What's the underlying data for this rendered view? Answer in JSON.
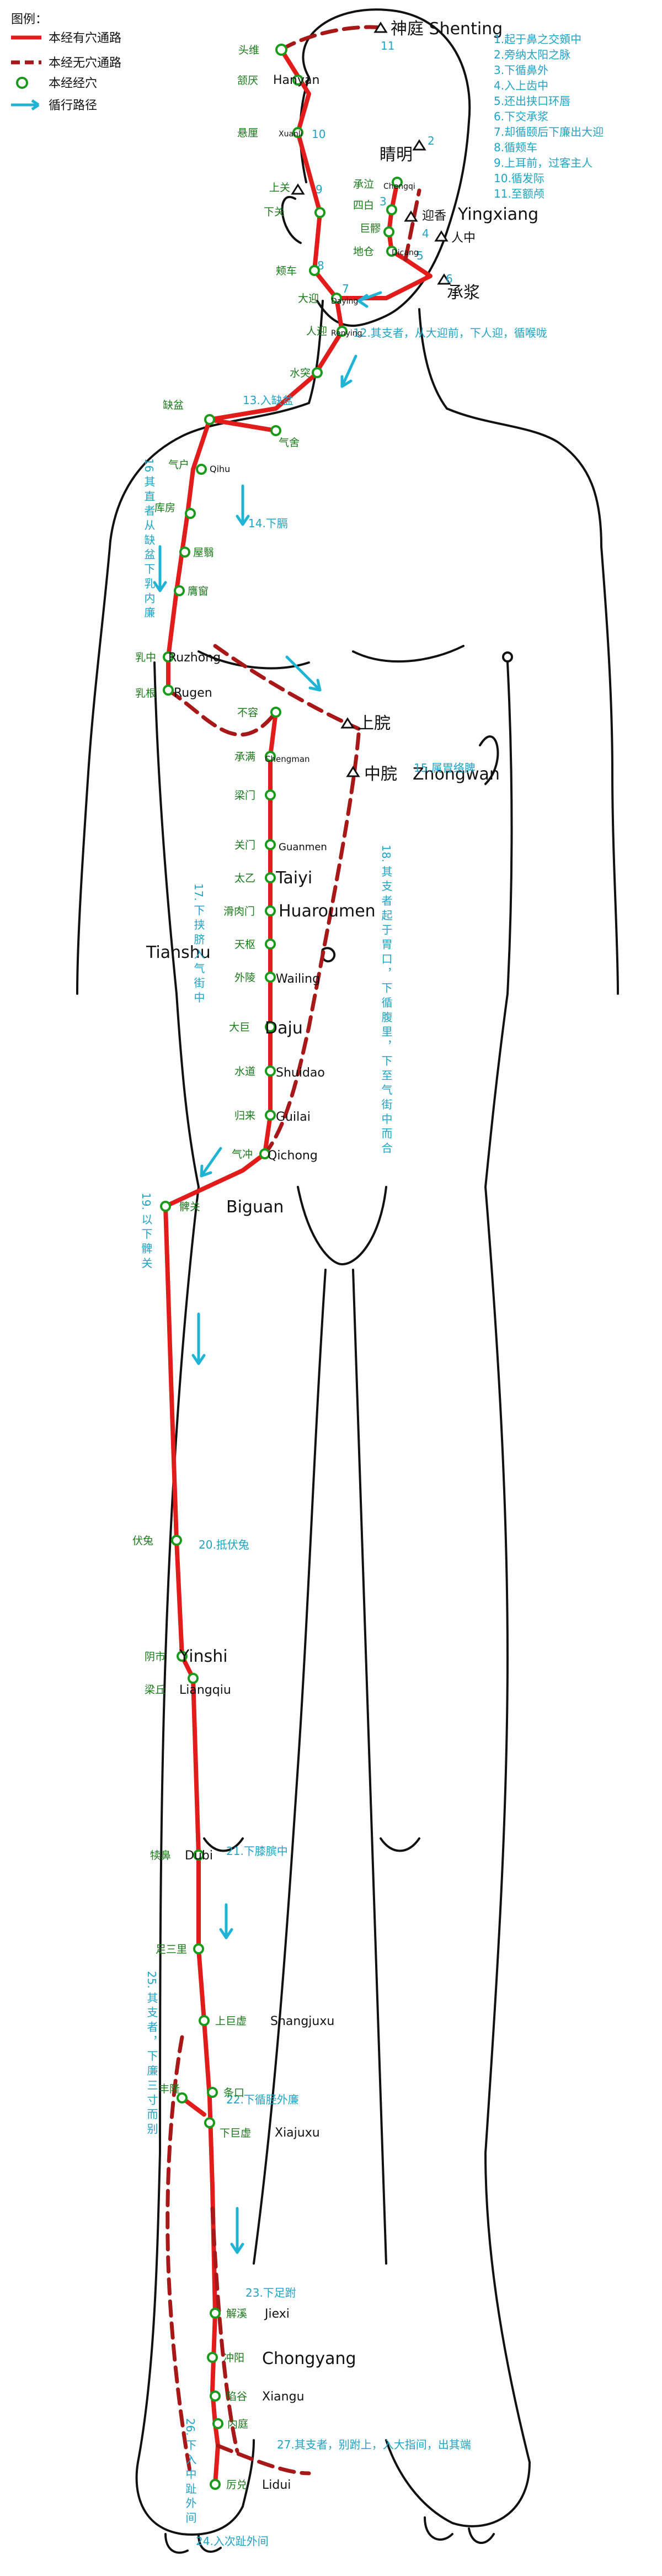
{
  "legend": {
    "title": "图例：",
    "items": [
      {
        "label": "本经有穴通路",
        "kind": "solid",
        "color": "#e21b1b"
      },
      {
        "label": "本经无穴通路",
        "kind": "dashed",
        "color": "#a81818"
      },
      {
        "label": "本经经穴",
        "kind": "circle",
        "color": "#1a9a1a"
      },
      {
        "label": "循行路径",
        "kind": "arrow",
        "color": "#1fb3d4"
      }
    ]
  },
  "pathway_notes": [
    "1.起于鼻之交頞中",
    "2.旁纳太阳之脉",
    "3.下循鼻外",
    "4.入上齿中",
    "5.还出挟口环唇",
    "6.下交承浆",
    "7.却循颐后下廉出大迎",
    "8.循颊车",
    "9.上耳前，过客主人",
    "10.循发际",
    "11.至额颅"
  ],
  "step_numbers": [
    "11",
    "2",
    "3",
    "4",
    "5",
    "6",
    "7",
    "8",
    "9",
    "10"
  ],
  "head_points": [
    {
      "cn": "头维",
      "py": "",
      "big": ""
    },
    {
      "cn": "颔厌",
      "py": "",
      "big": "Hanyan"
    },
    {
      "cn": "悬厘",
      "py": "Xuanli",
      "big": ""
    },
    {
      "cn": "承泣",
      "py": "Chengqi",
      "big": ""
    },
    {
      "cn": "四白",
      "py": "",
      "big": ""
    },
    {
      "cn": "巨髎",
      "py": "",
      "big": ""
    },
    {
      "cn": "下关",
      "py": "",
      "big": ""
    },
    {
      "cn": "地仓",
      "py": "Dicang",
      "big": ""
    },
    {
      "cn": "颊车",
      "py": "",
      "big": ""
    },
    {
      "cn": "大迎",
      "py": "Daying",
      "big": ""
    }
  ],
  "landmarks": {
    "shenting": "神庭 Shenting",
    "jingming": "睛明",
    "shangguan": "上关",
    "yingxiang": "迎香",
    "yingxiang_py": "Yingxiang",
    "renzhong": "人中",
    "chengjiang": "承浆",
    "shangwan": "上脘",
    "zhongwan": "中脘",
    "zhongwan_py": "Zhongwan",
    "tianshu": "Tianshu"
  },
  "notes": {
    "n12": "12.其支者，从大迎前，下人迎，循喉咙",
    "n13": "13.入缺盆",
    "n14": "14.下膈",
    "n15": "15.属胃络脾",
    "n16": "16 其 直 者 从 缺 盆 下 乳 内 廉",
    "n17": "17. 下 挟 脐 入 气 街 中",
    "n18": "18. 其 支 者 起 于 胃 口 ， 下 循 腹 里 ， 下 至 气 街 中 而 合",
    "n19": "19. 以 下 髀 关",
    "n20": "20.抵伏兔",
    "n21": "21.下膝膑中",
    "n22": "22.下循胫外廉",
    "n23": "23.下足跗",
    "n24": "24.入次趾外间",
    "n25": "25. 其 支 者 ， 下 廉 三 寸 而 别",
    "n26": "26. 下 入 中 趾 外 间",
    "n27": "27.其支者，别跗上，入大指间，出其端"
  },
  "body_points": [
    {
      "cn": "人迎",
      "py": "Renying"
    },
    {
      "cn": "水突",
      "py": ""
    },
    {
      "cn": "缺盆",
      "py": ""
    },
    {
      "cn": "气舍",
      "py": ""
    },
    {
      "cn": "气户",
      "py": "Qihu"
    },
    {
      "cn": "库房",
      "py": ""
    },
    {
      "cn": "屋翳",
      "py": ""
    },
    {
      "cn": "膺窗",
      "py": ""
    },
    {
      "cn": "乳中",
      "py": "Ruzhong"
    },
    {
      "cn": "乳根",
      "py": "Rugen"
    },
    {
      "cn": "不容",
      "py": ""
    },
    {
      "cn": "承满",
      "py": "Chengman"
    },
    {
      "cn": "梁门",
      "py": ""
    },
    {
      "cn": "关门",
      "py": "Guanmen"
    },
    {
      "cn": "太乙",
      "py": "Taiyi"
    },
    {
      "cn": "滑肉门",
      "py": "Huaroumen"
    },
    {
      "cn": "天枢",
      "py": ""
    },
    {
      "cn": "外陵",
      "py": "Wailing"
    },
    {
      "cn": "大巨",
      "py": "Daju"
    },
    {
      "cn": "水道",
      "py": "Shuidao"
    },
    {
      "cn": "归来",
      "py": "Guilai"
    },
    {
      "cn": "气冲",
      "py": "Qichong"
    },
    {
      "cn": "髀关",
      "py": "Biguan"
    },
    {
      "cn": "伏兔",
      "py": ""
    },
    {
      "cn": "阴市",
      "py": "Yinshi"
    },
    {
      "cn": "梁丘",
      "py": "Liangqiu"
    },
    {
      "cn": "犊鼻",
      "py": "Dubi"
    },
    {
      "cn": "足三里",
      "py": ""
    },
    {
      "cn": "上巨虚",
      "py": "Shangjuxu"
    },
    {
      "cn": "丰隆",
      "py": ""
    },
    {
      "cn": "条口",
      "py": ""
    },
    {
      "cn": "下巨虚",
      "py": "Xiajuxu"
    },
    {
      "cn": "解溪",
      "py": "Jiexi"
    },
    {
      "cn": "冲阳",
      "py": "Chongyang"
    },
    {
      "cn": "陷谷",
      "py": "Xiangu"
    },
    {
      "cn": "内庭",
      "py": ""
    },
    {
      "cn": "厉兑",
      "py": "Lidui"
    }
  ]
}
